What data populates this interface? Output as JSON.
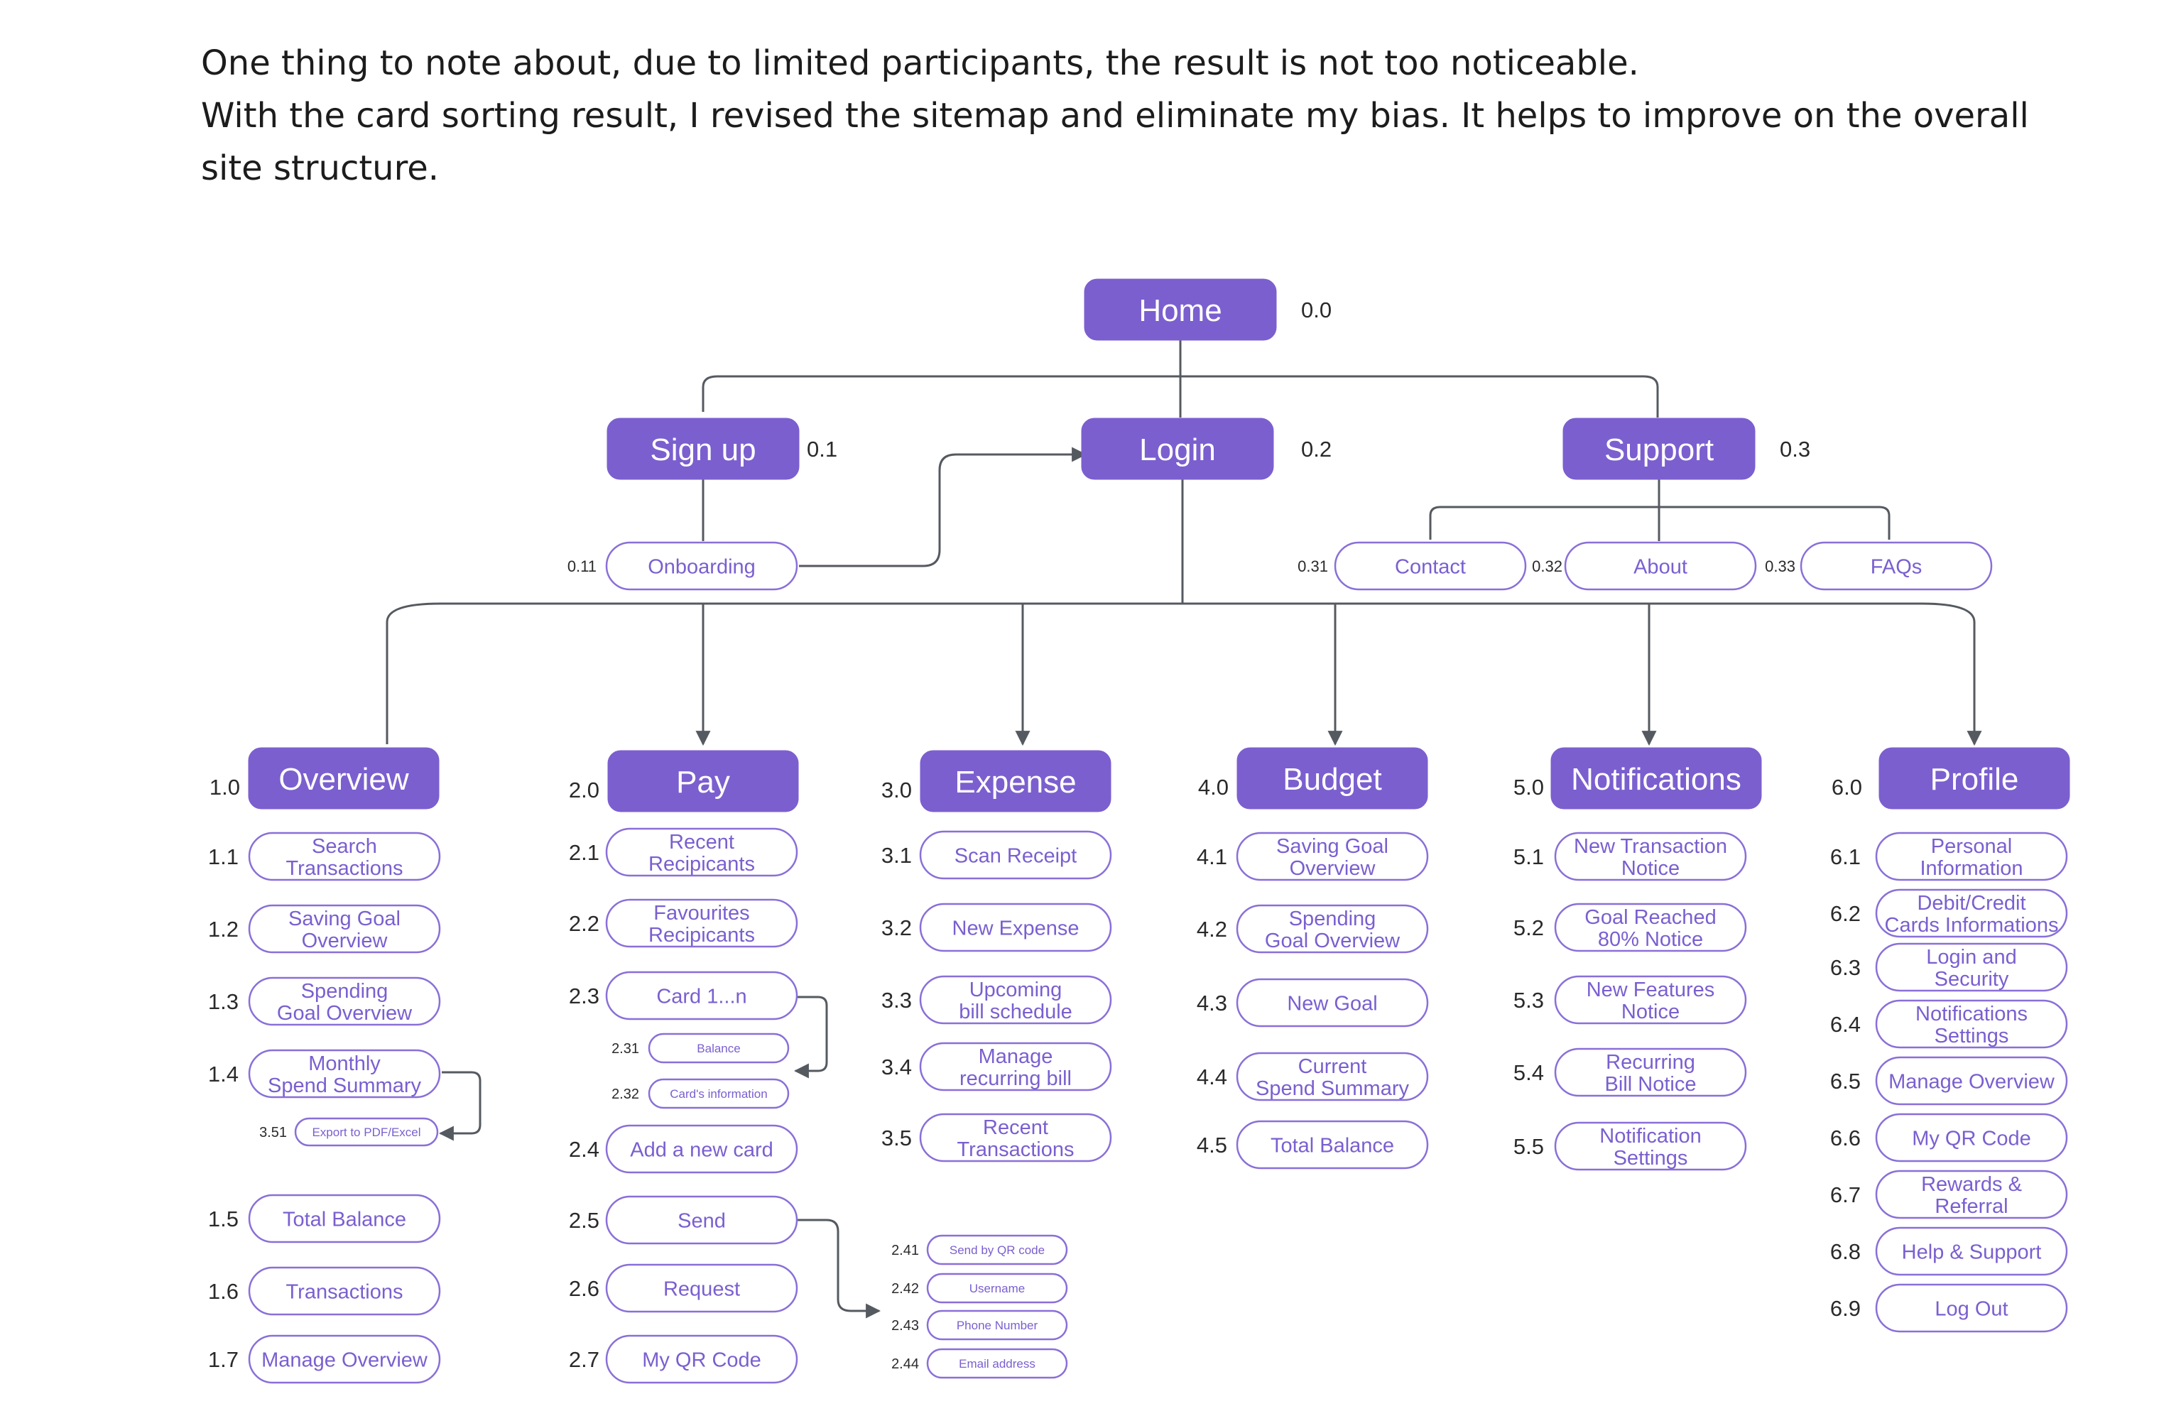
{
  "intro": {
    "line1": "One thing to note about, due to limited participants, the result is not too noticeable.",
    "line2": "With the card sorting result, I revised the sitemap and eliminate my bias. It helps to improve on the overall site structure."
  },
  "colors": {
    "accent": "#7b5fcf",
    "node_text": "#7a5fd0",
    "connector": "#555a60"
  },
  "sitemap": {
    "home": {
      "id": "0.0",
      "label": "Home"
    },
    "signup": {
      "id": "0.1",
      "label": "Sign up"
    },
    "login": {
      "id": "0.2",
      "label": "Login"
    },
    "support": {
      "id": "0.3",
      "label": "Support"
    },
    "onboarding": {
      "id": "0.11",
      "label": "Onboarding"
    },
    "contact": {
      "id": "0.31",
      "label": "Contact"
    },
    "about": {
      "id": "0.32",
      "label": "About"
    },
    "faqs": {
      "id": "0.33",
      "label": "FAQs"
    },
    "sections": [
      {
        "id": "1.0",
        "label": "Overview",
        "items": [
          {
            "id": "1.1",
            "label": "Search Transactions"
          },
          {
            "id": "1.2",
            "label": "Saving Goal Overview"
          },
          {
            "id": "1.3",
            "label": "Spending Goal Overview"
          },
          {
            "id": "1.4",
            "label": "Monthly Spend Summary",
            "children": [
              {
                "id": "3.51",
                "label": "Export to PDF/Excel"
              }
            ]
          },
          {
            "id": "1.5",
            "label": "Total Balance"
          },
          {
            "id": "1.6",
            "label": "Transactions"
          },
          {
            "id": "1.7",
            "label": "Manage Overview"
          }
        ]
      },
      {
        "id": "2.0",
        "label": "Pay",
        "items": [
          {
            "id": "2.1",
            "label": "Recent Recipicants"
          },
          {
            "id": "2.2",
            "label": "Favourites Recipicants"
          },
          {
            "id": "2.3",
            "label": "Card 1...n",
            "children": [
              {
                "id": "2.31",
                "label": "Balance"
              },
              {
                "id": "2.32",
                "label": "Card's information"
              }
            ]
          },
          {
            "id": "2.4",
            "label": "Add a new card"
          },
          {
            "id": "2.5",
            "label": "Send",
            "children": [
              {
                "id": "2.41",
                "label": "Send by QR code"
              },
              {
                "id": "2.42",
                "label": "Username"
              },
              {
                "id": "2.43",
                "label": "Phone Number"
              },
              {
                "id": "2.44",
                "label": "Email address"
              }
            ]
          },
          {
            "id": "2.6",
            "label": "Request"
          },
          {
            "id": "2.7",
            "label": "My QR Code"
          }
        ]
      },
      {
        "id": "3.0",
        "label": "Expense",
        "items": [
          {
            "id": "3.1",
            "label": "Scan Receipt"
          },
          {
            "id": "3.2",
            "label": "New Expense"
          },
          {
            "id": "3.3",
            "label": "Upcoming bill schedule"
          },
          {
            "id": "3.4",
            "label": "Manage recurring bill"
          },
          {
            "id": "3.5",
            "label": "Recent Transactions"
          }
        ]
      },
      {
        "id": "4.0",
        "label": "Budget",
        "items": [
          {
            "id": "4.1",
            "label": "Saving Goal Overview"
          },
          {
            "id": "4.2",
            "label": "Spending Goal Overview"
          },
          {
            "id": "4.3",
            "label": "New Goal"
          },
          {
            "id": "4.4",
            "label": "Current Spend Summary"
          },
          {
            "id": "4.5",
            "label": "Total Balance"
          }
        ]
      },
      {
        "id": "5.0",
        "label": "Notifications",
        "items": [
          {
            "id": "5.1",
            "label": "New Transaction Notice"
          },
          {
            "id": "5.2",
            "label": "Goal Reached 80% Notice"
          },
          {
            "id": "5.3",
            "label": "New Features Notice"
          },
          {
            "id": "5.4",
            "label": "Recurring Bill Notice"
          },
          {
            "id": "5.5",
            "label": "Notification Settings"
          }
        ]
      },
      {
        "id": "6.0",
        "label": "Profile",
        "items": [
          {
            "id": "6.1",
            "label": "Personal Information"
          },
          {
            "id": "6.2",
            "label": "Debit/Credit Cards Informations"
          },
          {
            "id": "6.3",
            "label": "Login and Security"
          },
          {
            "id": "6.4",
            "label": "Notifications Settings"
          },
          {
            "id": "6.5",
            "label": "Manage Overview"
          },
          {
            "id": "6.6",
            "label": "My QR Code"
          },
          {
            "id": "6.7",
            "label": "Rewards & Referral"
          },
          {
            "id": "6.8",
            "label": "Help & Support"
          },
          {
            "id": "6.9",
            "label": "Log Out"
          }
        ]
      }
    ]
  }
}
